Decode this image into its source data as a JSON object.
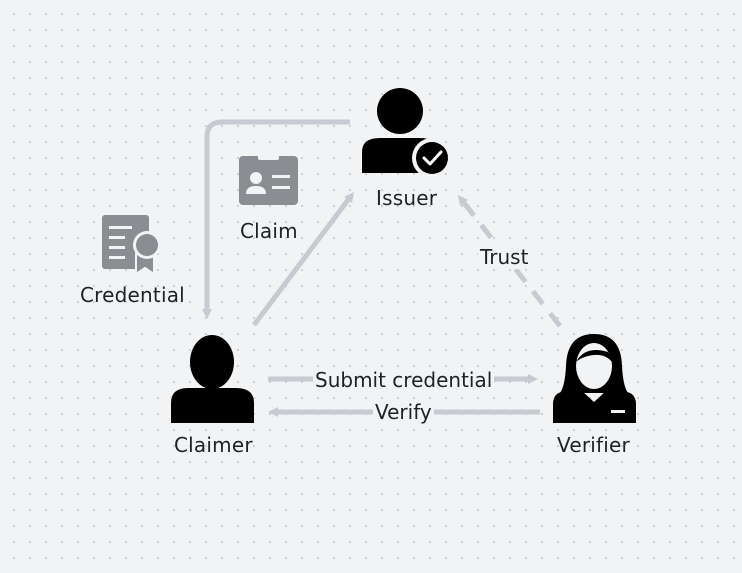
{
  "nodes": {
    "issuer": {
      "label": "Issuer",
      "icon": "user-check-icon"
    },
    "claimer": {
      "label": "Claimer",
      "icon": "user-icon"
    },
    "verifier": {
      "label": "Verifier",
      "icon": "user-female-icon"
    }
  },
  "artifacts": {
    "claim": {
      "label": "Claim",
      "icon": "id-card-icon"
    },
    "credential": {
      "label": "Credential",
      "icon": "certificate-icon"
    }
  },
  "edges": {
    "submit": "Submit credential",
    "verify": "Verify",
    "trust": "Trust"
  },
  "colors": {
    "connector": "#c5cbd1",
    "artifact_icon": "#8a8d92",
    "person": "#000000",
    "background": "#f1f3f5"
  }
}
